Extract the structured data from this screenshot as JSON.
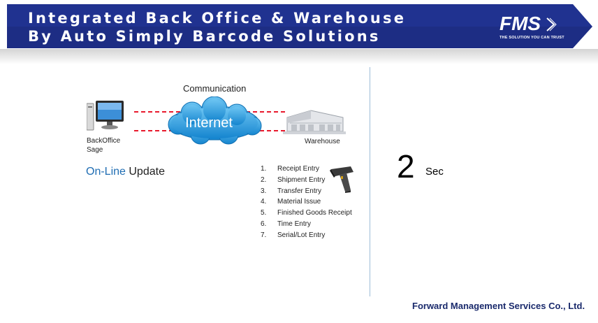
{
  "banner": {
    "title_line1": "Integrated Back Office & Warehouse",
    "title_line2": "By Auto Simply Barcode Solutions",
    "logo_text": "FMS",
    "logo_tagline": "THE SOLUTION YOU CAN TRUST",
    "color": "#1d2d84"
  },
  "diagram": {
    "communication_label": "Communication",
    "cloud_label": "Internet",
    "pc_label_line1": "BackOffice",
    "pc_label_line2": "Sage",
    "warehouse_label": "Warehouse",
    "link_color": "#e8192c"
  },
  "online": {
    "highlight": "On-Line",
    "rest": " Update",
    "highlight_color": "#1f6db3"
  },
  "steps": [
    {
      "num": "1.",
      "label": "Receipt Entry"
    },
    {
      "num": "2.",
      "label": "Shipment  Entry"
    },
    {
      "num": "3.",
      "label": "Transfer Entry"
    },
    {
      "num": "4.",
      "label": "Material Issue"
    },
    {
      "num": "5.",
      "label": "Finished Goods Receipt"
    },
    {
      "num": "6.",
      "label": "Time Entry"
    },
    {
      "num": "7.",
      "label": "Serial/Lot Entry"
    }
  ],
  "timing": {
    "value": "2",
    "unit": "Sec"
  },
  "footer": {
    "company": "Forward Management Services Co., Ltd."
  }
}
